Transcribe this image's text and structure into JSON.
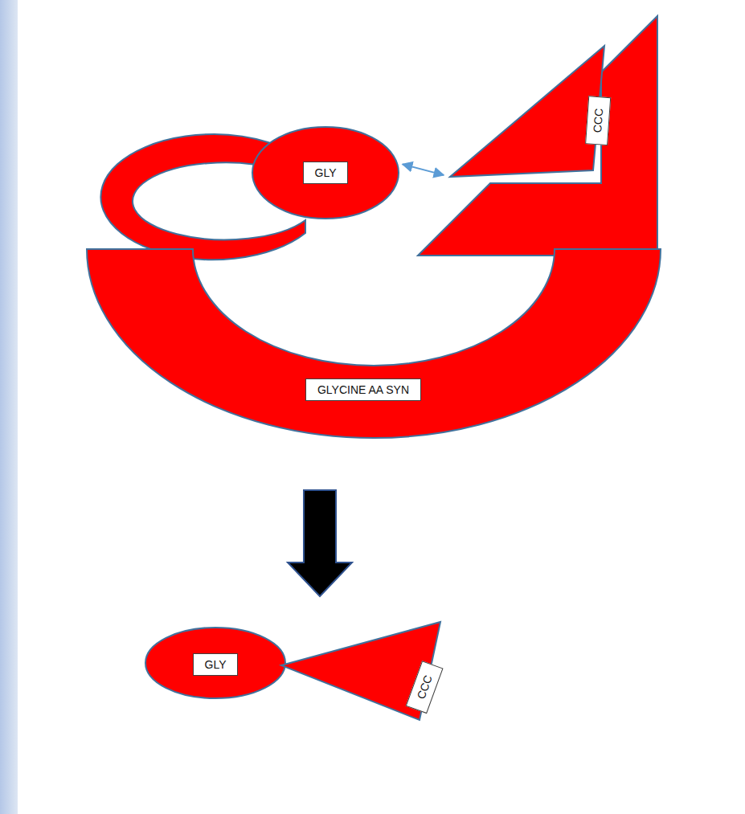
{
  "diagram": {
    "nodes": [
      {
        "text": [
          "GLY"
        ]
      },
      {
        "text": [
          "CCC"
        ]
      },
      {
        "text": [
          "GLYCINE AA SYN"
        ]
      },
      {
        "text": [
          "GLY"
        ]
      },
      {
        "text": [
          "CCC"
        ]
      }
    ],
    "edges": [
      {
        "from": 0,
        "to": 1,
        "arrow": "both"
      }
    ]
  }
}
